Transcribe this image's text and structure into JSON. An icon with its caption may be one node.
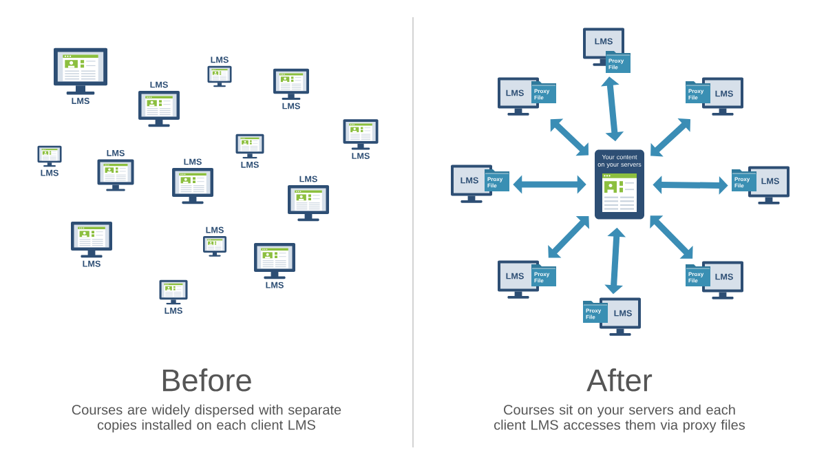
{
  "diagram": {
    "nodes": [
      {
        "text": [
          "LMS"
        ]
      },
      {
        "text": [
          "LMS"
        ]
      },
      {
        "text": [
          "LMS"
        ]
      },
      {
        "text": [
          "LMS"
        ]
      },
      {
        "text": [
          "LMS"
        ]
      },
      {
        "text": [
          "LMS"
        ]
      },
      {
        "text": [
          "LMS"
        ]
      },
      {
        "text": [
          "LMS"
        ]
      },
      {
        "text": [
          "LMS"
        ]
      },
      {
        "text": [
          "LMS"
        ]
      },
      {
        "text": [
          "LMS"
        ]
      },
      {
        "text": [
          "LMS"
        ]
      },
      {
        "text": [
          "LMS"
        ]
      },
      {
        "text": [
          "LMS"
        ]
      },
      {
        "text": [
          "Your content on your servers"
        ]
      },
      {
        "text": [
          "LMS",
          "Proxy File"
        ]
      },
      {
        "text": [
          "LMS",
          "Proxy File"
        ]
      },
      {
        "text": [
          "Proxy File",
          "LMS"
        ]
      },
      {
        "text": [
          "LMS",
          "Proxy File"
        ]
      },
      {
        "text": [
          "Proxy File",
          "LMS"
        ]
      },
      {
        "text": [
          "LMS",
          "Proxy File"
        ]
      },
      {
        "text": [
          "Proxy File",
          "LMS"
        ]
      },
      {
        "text": [
          "Proxy File",
          "LMS"
        ]
      }
    ],
    "edges": [
      {
        "from": 14,
        "to": 15,
        "arrow": "both"
      },
      {
        "from": 14,
        "to": 16,
        "arrow": "both"
      },
      {
        "from": 14,
        "to": 17,
        "arrow": "both"
      },
      {
        "from": 14,
        "to": 18,
        "arrow": "both"
      },
      {
        "from": 14,
        "to": 19,
        "arrow": "both"
      },
      {
        "from": 14,
        "to": 20,
        "arrow": "both"
      },
      {
        "from": 14,
        "to": 21,
        "arrow": "both"
      },
      {
        "from": 14,
        "to": 22,
        "arrow": "both"
      }
    ],
    "labels": [
      "Before",
      "Courses are widely dispersed with separate copies installed on each client LMS",
      "After",
      "Courses sit on your servers and each client LMS accesses them via proxy files"
    ]
  }
}
